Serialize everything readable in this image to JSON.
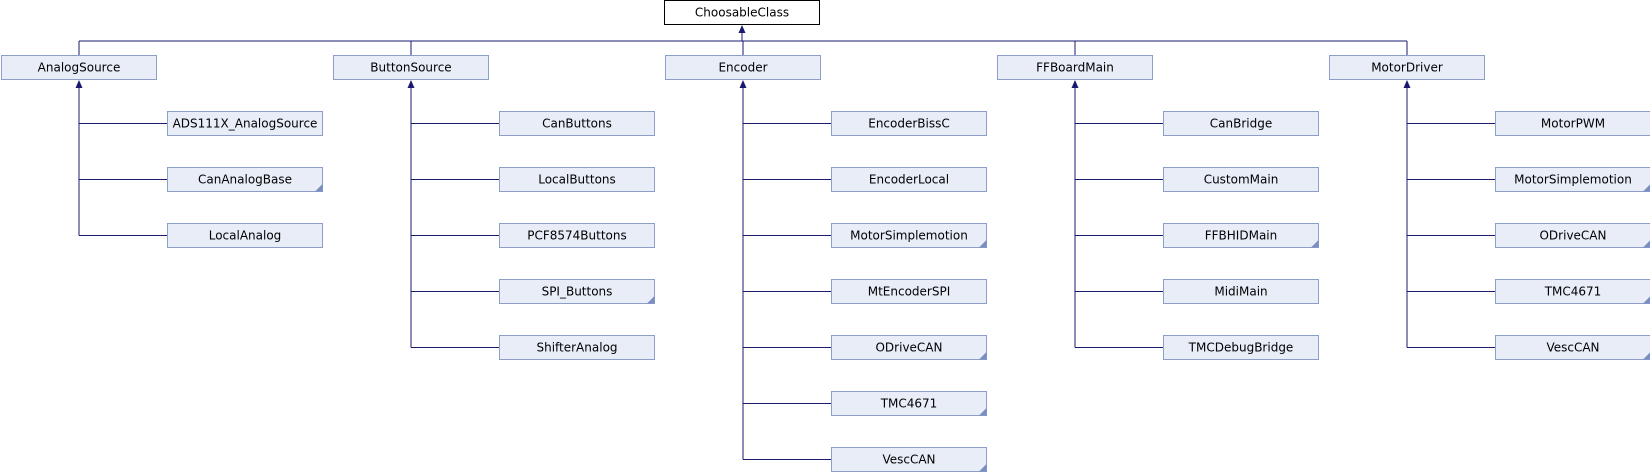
{
  "root": {
    "label": "ChoosableClass"
  },
  "groups": [
    {
      "label": "AnalogSource",
      "children": [
        {
          "label": "ADS111X_AnalogSource",
          "has_more": false
        },
        {
          "label": "CanAnalogBase",
          "has_more": true
        },
        {
          "label": "LocalAnalog",
          "has_more": false
        }
      ]
    },
    {
      "label": "ButtonSource",
      "children": [
        {
          "label": "CanButtons",
          "has_more": false
        },
        {
          "label": "LocalButtons",
          "has_more": false
        },
        {
          "label": "PCF8574Buttons",
          "has_more": false
        },
        {
          "label": "SPI_Buttons",
          "has_more": true
        },
        {
          "label": "ShifterAnalog",
          "has_more": false
        }
      ]
    },
    {
      "label": "Encoder",
      "children": [
        {
          "label": "EncoderBissC",
          "has_more": false
        },
        {
          "label": "EncoderLocal",
          "has_more": false
        },
        {
          "label": "MotorSimplemotion",
          "has_more": true
        },
        {
          "label": "MtEncoderSPI",
          "has_more": false
        },
        {
          "label": "ODriveCAN",
          "has_more": true
        },
        {
          "label": "TMC4671",
          "has_more": true
        },
        {
          "label": "VescCAN",
          "has_more": true
        }
      ]
    },
    {
      "label": "FFBoardMain",
      "children": [
        {
          "label": "CanBridge",
          "has_more": false
        },
        {
          "label": "CustomMain",
          "has_more": false
        },
        {
          "label": "FFBHIDMain",
          "has_more": true
        },
        {
          "label": "MidiMain",
          "has_more": false
        },
        {
          "label": "TMCDebugBridge",
          "has_more": false
        }
      ]
    },
    {
      "label": "MotorDriver",
      "children": [
        {
          "label": "MotorPWM",
          "has_more": false
        },
        {
          "label": "MotorSimplemotion",
          "has_more": true
        },
        {
          "label": "ODriveCAN",
          "has_more": true
        },
        {
          "label": "TMC4671",
          "has_more": true
        },
        {
          "label": "VescCAN",
          "has_more": true
        }
      ]
    }
  ],
  "colors": {
    "edge": "#191970",
    "node_fill": "#e8edf8",
    "node_border": "#8d9fc8",
    "root_fill": "#ffffff",
    "root_border": "#000000",
    "corner_mark": "#7b8dc4"
  }
}
